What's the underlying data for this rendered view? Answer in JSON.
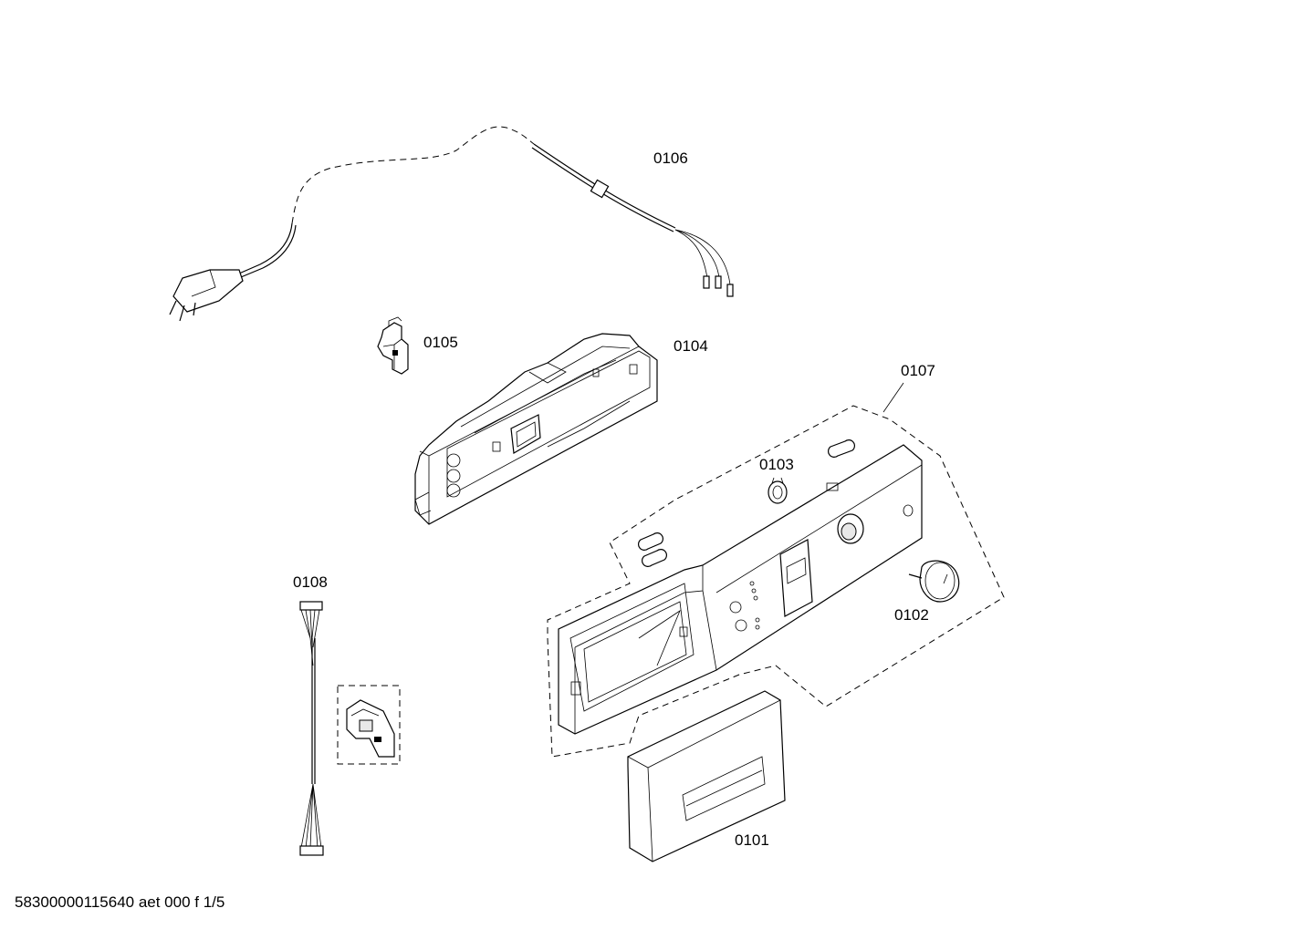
{
  "labels": {
    "p0101": "0101",
    "p0102": "0102",
    "p0103": "0103",
    "p0104": "0104",
    "p0105": "0105",
    "p0106": "0106",
    "p0107": "0107",
    "p0108": "0108"
  },
  "footer": "58300000115640 aet 000 f 1/5"
}
